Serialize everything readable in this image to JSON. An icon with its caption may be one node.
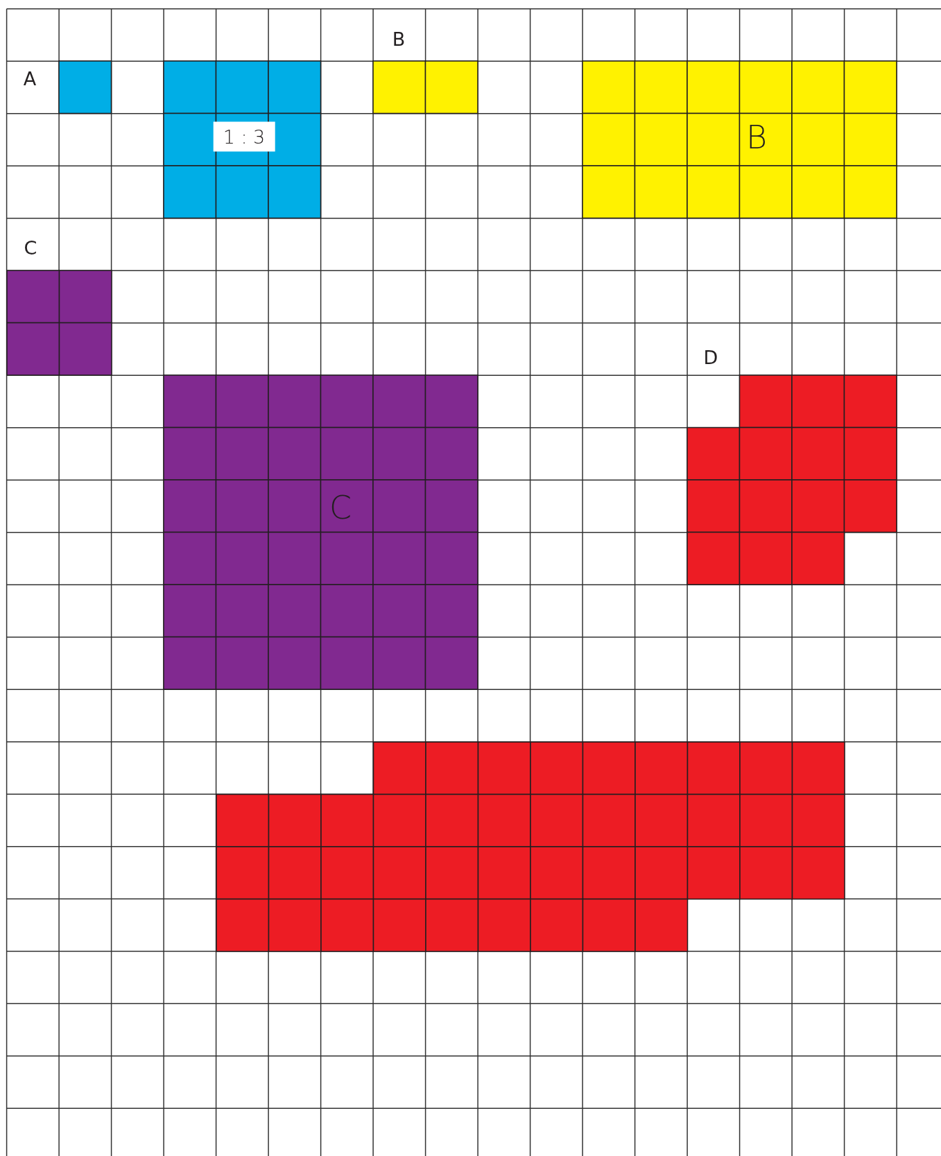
{
  "diagram": {
    "nodes": [
      {
        "text": [],
        "shape": "box",
        "beside": [
          "A"
        ]
      },
      {
        "text": [
          "1 : 3"
        ]
      },
      {
        "text": [],
        "shape": "box",
        "beside": [
          "B"
        ]
      },
      {
        "text": [
          "B"
        ]
      },
      {
        "text": [],
        "shape": "box",
        "beside": [
          "C"
        ]
      },
      {
        "text": [
          "C"
        ]
      },
      {
        "text": [],
        "shape": "box",
        "beside": [
          "D"
        ]
      },
      {
        "text": [],
        "shape": "box"
      }
    ]
  }
}
